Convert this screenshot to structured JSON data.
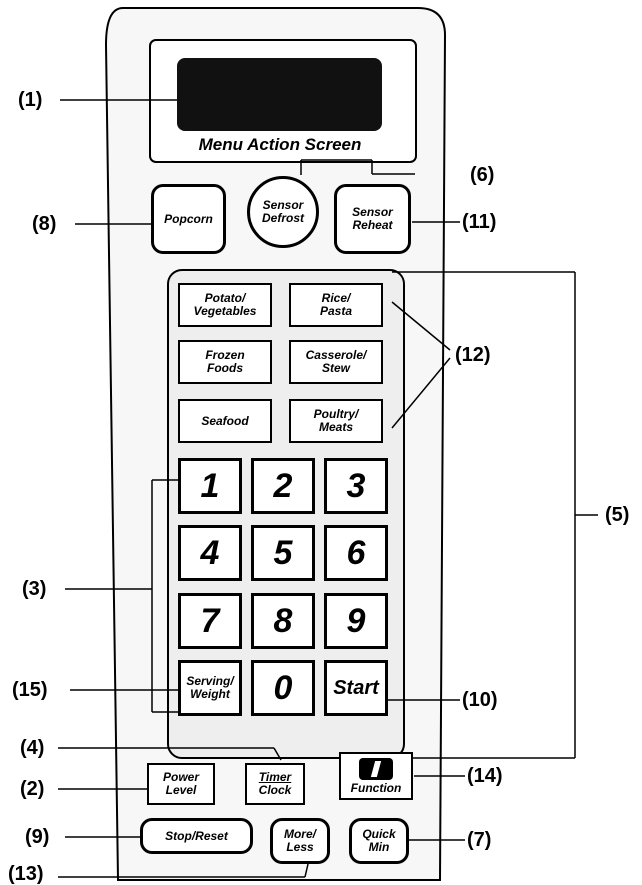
{
  "callouts": {
    "c1": "(1)",
    "c2": "(2)",
    "c3": "(3)",
    "c4": "(4)",
    "c5": "(5)",
    "c6": "(6)",
    "c7": "(7)",
    "c8": "(8)",
    "c9": "(9)",
    "c10": "(10)",
    "c11": "(11)",
    "c12": "(12)",
    "c13": "(13)",
    "c14": "(14)",
    "c15": "(15)"
  },
  "screen": {
    "caption": "Menu Action Screen"
  },
  "buttons": {
    "popcorn": "Popcorn",
    "sensor_defrost": [
      "Sensor",
      "Defrost"
    ],
    "sensor_reheat": [
      "Sensor",
      "Reheat"
    ],
    "potato_vegetables": [
      "Potato/",
      "Vegetables"
    ],
    "rice_pasta": [
      "Rice/",
      "Pasta"
    ],
    "frozen_foods": [
      "Frozen",
      "Foods"
    ],
    "casserole_stew": [
      "Casserole/",
      "Stew"
    ],
    "seafood": "Seafood",
    "poultry_meats": [
      "Poultry/",
      "Meats"
    ],
    "digits": [
      "1",
      "2",
      "3",
      "4",
      "5",
      "6",
      "7",
      "8",
      "9",
      "0"
    ],
    "serving_weight": [
      "Serving/",
      "Weight"
    ],
    "start": "Start",
    "power_level": [
      "Power",
      "Level"
    ],
    "timer_clock": [
      "Timer",
      "Clock"
    ],
    "function": "Function",
    "stop_reset": "Stop/Reset",
    "more_less": [
      "More/",
      "Less"
    ],
    "quick_min": [
      "Quick",
      "Min"
    ]
  }
}
